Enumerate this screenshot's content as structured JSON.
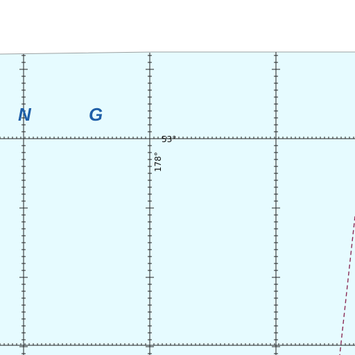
{
  "map": {
    "labels": {
      "left": "N",
      "right": "G"
    },
    "coords": {
      "lat": "53°",
      "lon": "178°"
    },
    "colors": {
      "water": "#e6fbff",
      "land": "#ffffff",
      "grid": "#222222",
      "label": "#1f5fa8",
      "boundary": "#8a2a55",
      "coast": "#9aa0a0"
    }
  }
}
